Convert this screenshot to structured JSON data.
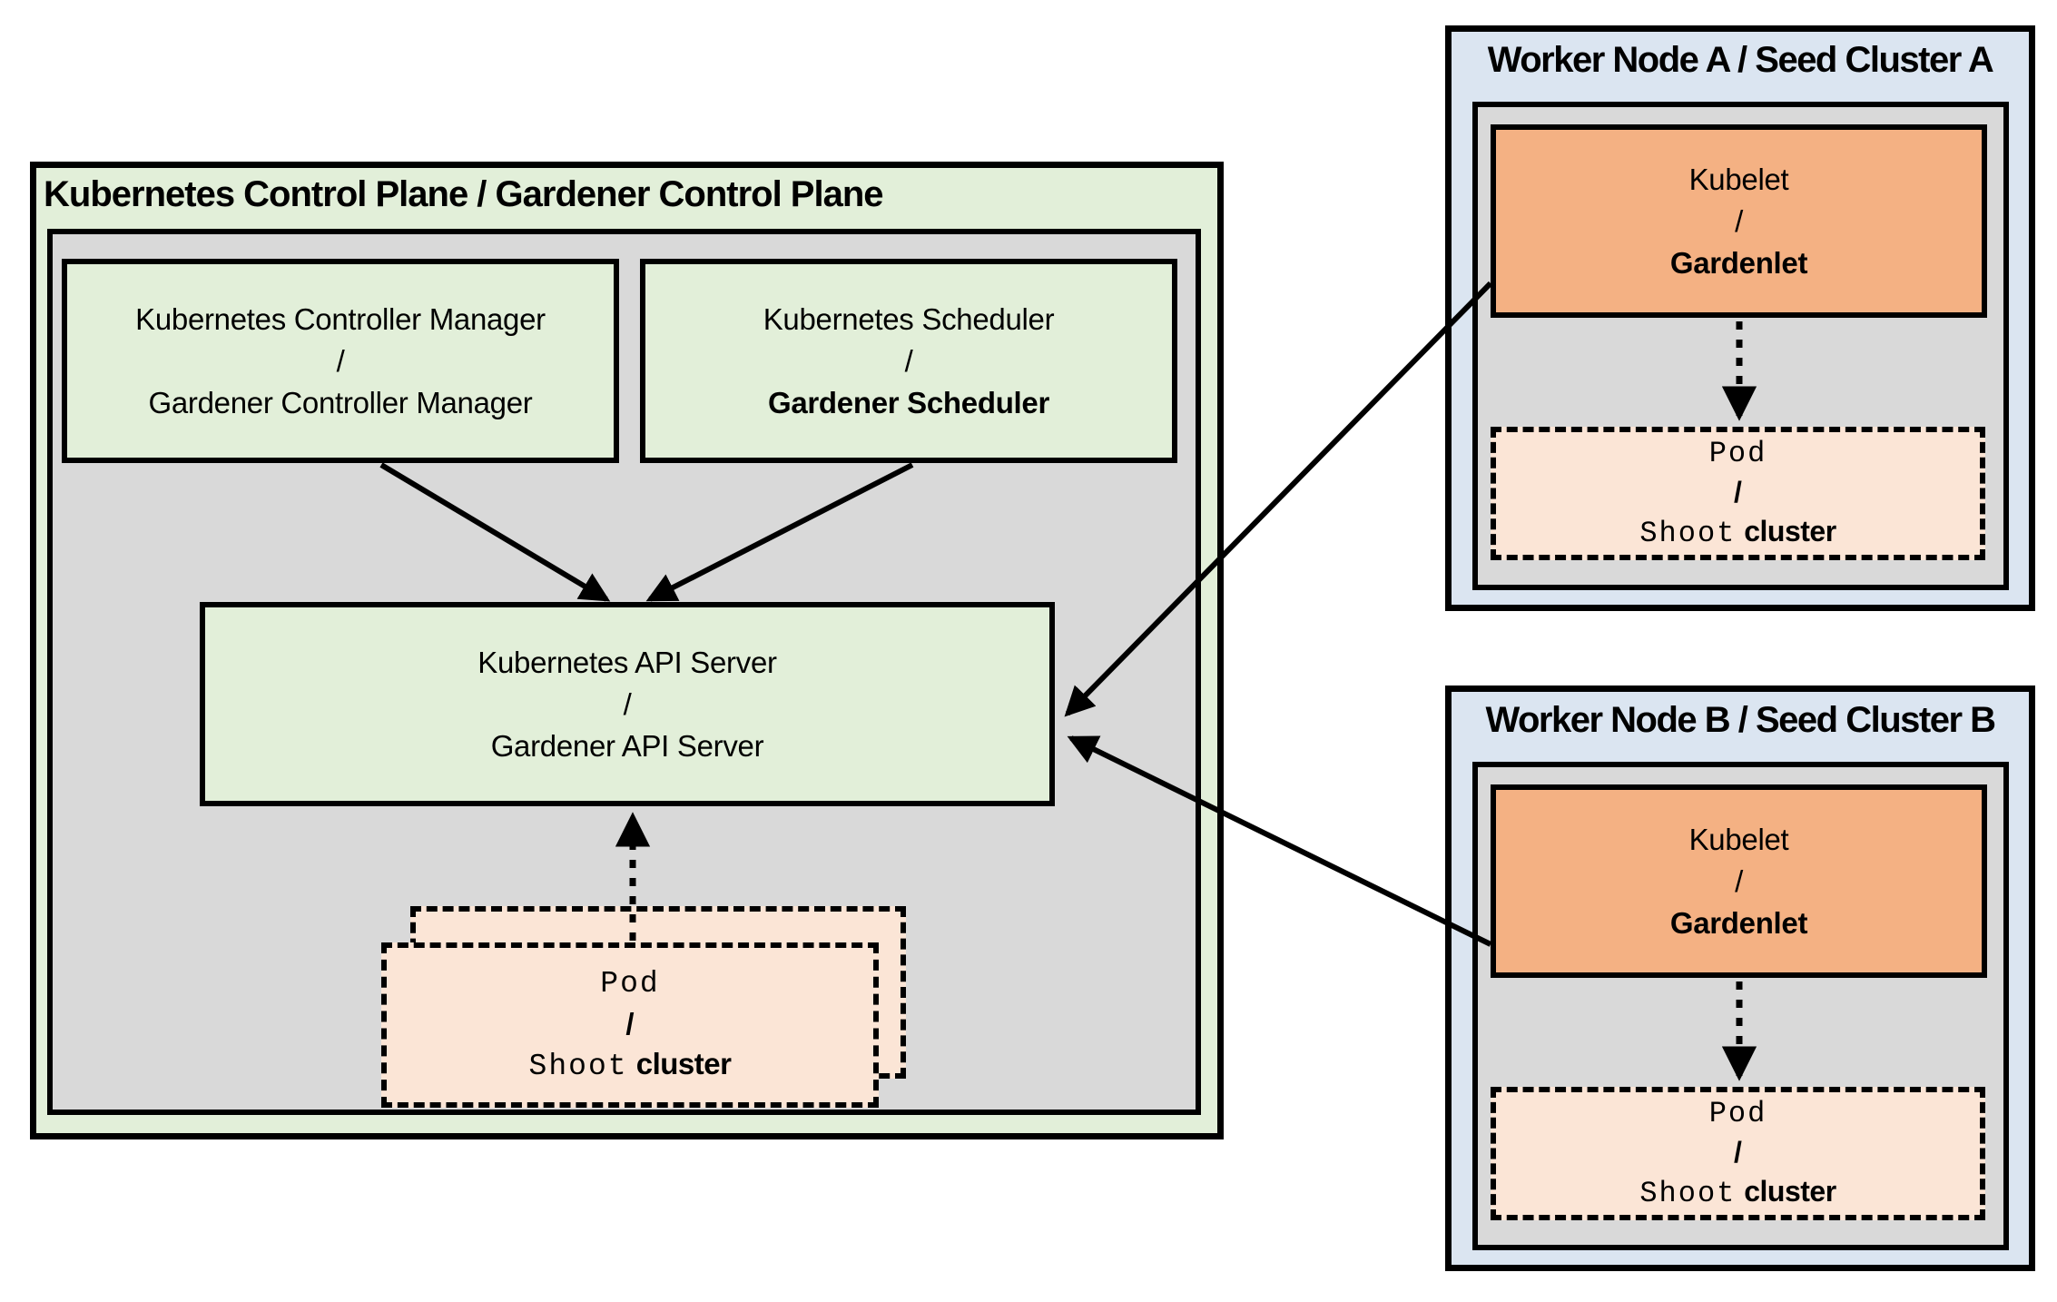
{
  "colors": {
    "green": "#e2efd9",
    "gray": "#d9d9d9",
    "blue": "#dbe5f1",
    "orange": "#f4b183",
    "peach": "#fbe5d6",
    "line": "#000000"
  },
  "control_plane": {
    "title": "Kubernetes Control Plane / Gardener Control Plane",
    "controller_manager": {
      "line1": "Kubernetes Controller Manager",
      "line2": "/",
      "line3": "Gardener Controller Manager"
    },
    "scheduler": {
      "line1": "Kubernetes Scheduler",
      "line2": "/",
      "line3": "Gardener Scheduler"
    },
    "api_server": {
      "line1": "Kubernetes API Server",
      "line2": "/",
      "line3": "Gardener API Server"
    },
    "pod": {
      "line1": "Pod",
      "line2": "/",
      "line3_code": "Shoot",
      "line3_text": "cluster"
    }
  },
  "worker_node_a": {
    "title": "Worker Node A / Seed Cluster A",
    "kubelet": {
      "line1": "Kubelet",
      "line2": "/",
      "line3": "Gardenlet"
    },
    "pod": {
      "line1": "Pod",
      "line2": "/",
      "line3_code": "Shoot",
      "line3_text": "cluster"
    }
  },
  "worker_node_b": {
    "title": "Worker Node B / Seed Cluster B",
    "kubelet": {
      "line1": "Kubelet",
      "line2": "/",
      "line3": "Gardenlet"
    },
    "pod": {
      "line1": "Pod",
      "line2": "/",
      "line3_code": "Shoot",
      "line3_text": "cluster"
    }
  }
}
